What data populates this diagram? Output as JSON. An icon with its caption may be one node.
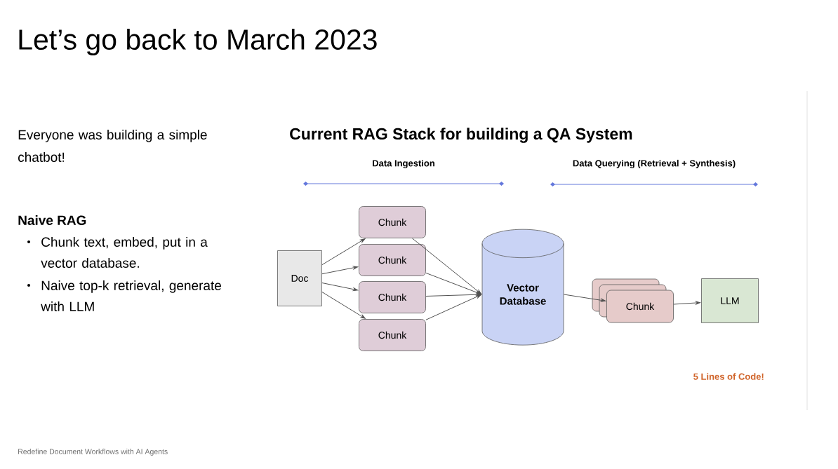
{
  "diagram": {
    "title": "Let’s go back to March 2023",
    "nodes": [
      {
        "text": [
          "Doc"
        ]
      },
      {
        "text": [
          "Chunk"
        ]
      },
      {
        "text": [
          "Chunk"
        ]
      },
      {
        "text": [
          "Chunk"
        ]
      },
      {
        "text": [
          "Chunk"
        ]
      },
      {
        "text": [
          "Vector Database"
        ]
      },
      {
        "text": [
          "Chunk"
        ]
      },
      {
        "text": [
          "LLM"
        ]
      }
    ],
    "edges": [
      {
        "from": 0,
        "to": 1,
        "arrow": "to"
      },
      {
        "from": 0,
        "to": 2,
        "arrow": "to"
      },
      {
        "from": 0,
        "to": 3,
        "arrow": "to"
      },
      {
        "from": 0,
        "to": 4,
        "arrow": "to"
      },
      {
        "from": 1,
        "to": 5,
        "arrow": "to"
      },
      {
        "from": 2,
        "to": 5,
        "arrow": "to"
      },
      {
        "from": 3,
        "to": 5,
        "arrow": "to"
      },
      {
        "from": 4,
        "to": 5,
        "arrow": "to"
      },
      {
        "from": 5,
        "to": 6,
        "arrow": "to"
      },
      {
        "from": 6,
        "to": 7,
        "arrow": "to"
      }
    ],
    "labels": [
      "Current RAG Stack for building a QA System",
      "Data Ingestion",
      "Data Querying (Retrieval + Synthesis)",
      "5 Lines of Code!",
      "Everyone was building a simple chatbot!",
      "Naive RAG",
      "Chunk text, embed, put in a vector database.",
      "Naive top-k retrieval, generate with LLM",
      "Redefine Document Workflows with AI Agents"
    ]
  }
}
